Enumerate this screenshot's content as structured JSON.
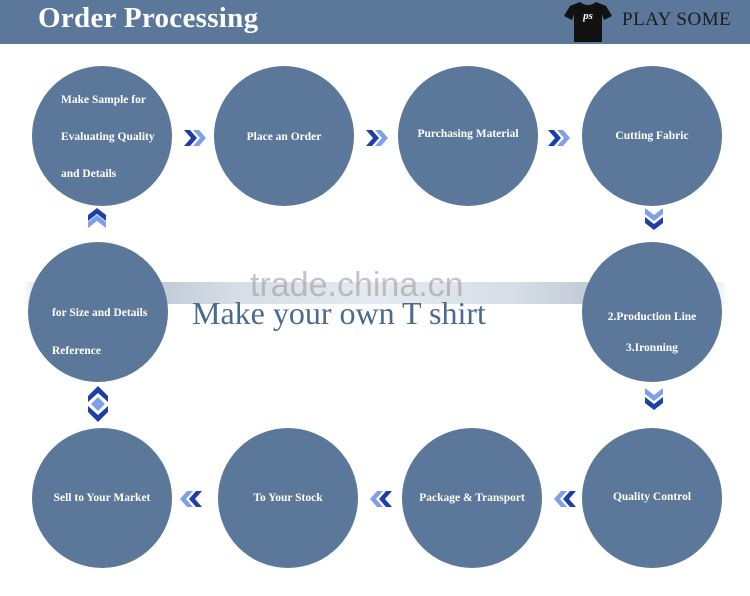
{
  "header": {
    "title": "Order Processing",
    "brand": "PLAY SOME",
    "logo_text": "ps",
    "background": "#5b779a"
  },
  "center": {
    "text": "Make your own T shirt",
    "watermark": "trade.china.cn"
  },
  "steps": {
    "sample": {
      "lines": [
        "Make Sample for",
        "Evaluating Quality",
        "and Details"
      ]
    },
    "order": {
      "lines": [
        "Place an Order"
      ]
    },
    "purchase": {
      "lines": [
        "Purchasing Material"
      ]
    },
    "cutting": {
      "lines": [
        "Cutting Fabric"
      ]
    },
    "production": {
      "lines": [
        "2.Production Line",
        "3.Ironning"
      ]
    },
    "quality": {
      "lines": [
        "Quality Control"
      ]
    },
    "package": {
      "lines": [
        "Package & Transport"
      ]
    },
    "stock": {
      "lines": [
        "To Your Stock"
      ]
    },
    "sell": {
      "lines": [
        "Sell to Your Market"
      ]
    },
    "reference": {
      "lines": [
        "for Size and Details",
        "Reference"
      ]
    }
  },
  "colors": {
    "circle": "#5b779a",
    "arrow_dark": "#1f3fa8",
    "arrow_light": "#7fa0e8"
  }
}
